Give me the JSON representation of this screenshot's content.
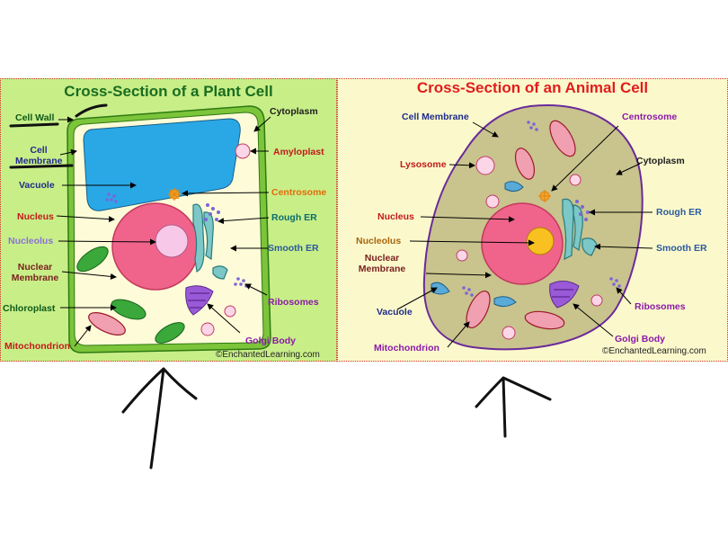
{
  "plant": {
    "title": "Cross-Section of a Plant Cell",
    "labels": {
      "cell_wall": "Cell Wall",
      "cell_membrane": "Cell Membrane",
      "vacuole": "Vacuole",
      "nucleus": "Nucleus",
      "nucleolus": "Nucleolus",
      "nuclear_membrane": "Nuclear Membrane",
      "chloroplast": "Chloroplast",
      "mitochondrion": "Mitochondrion",
      "cytoplasm": "Cytoplasm",
      "amyloplast": "Amyloplast",
      "centrosome": "Centrosome",
      "rough_er": "Rough ER",
      "smooth_er": "Smooth ER",
      "ribosomes": "Ribosomes",
      "golgi_body": "Golgi Body"
    },
    "credit": "©EnchantedLearning.com"
  },
  "animal": {
    "title": "Cross-Section of an Animal Cell",
    "labels": {
      "cell_membrane": "Cell Membrane",
      "lysosome": "Lysosome",
      "nucleus": "Nucleus",
      "nucleolus": "Nucleolus",
      "nuclear_membrane": "Nuclear Membrane",
      "vacuole": "Vacuole",
      "mitochondrion": "Mitochondrion",
      "centrosome": "Centrosome",
      "cytoplasm": "Cytoplasm",
      "rough_er": "Rough ER",
      "smooth_er": "Smooth ER",
      "ribosomes": "Ribosomes",
      "golgi_body": "Golgi Body"
    },
    "credit": "©EnchantedLearning.com"
  },
  "colors": {
    "plant_bg": "#c8ee88",
    "animal_bg": "#fbf9cc",
    "vacuole": "#2aa8e6",
    "nucleus": "#f0648c",
    "nucleolus_plant": "#f8c8e8",
    "nucleolus_animal": "#f8c020",
    "animal_cytoplasm": "#c9c38d",
    "border": "#d43030"
  }
}
